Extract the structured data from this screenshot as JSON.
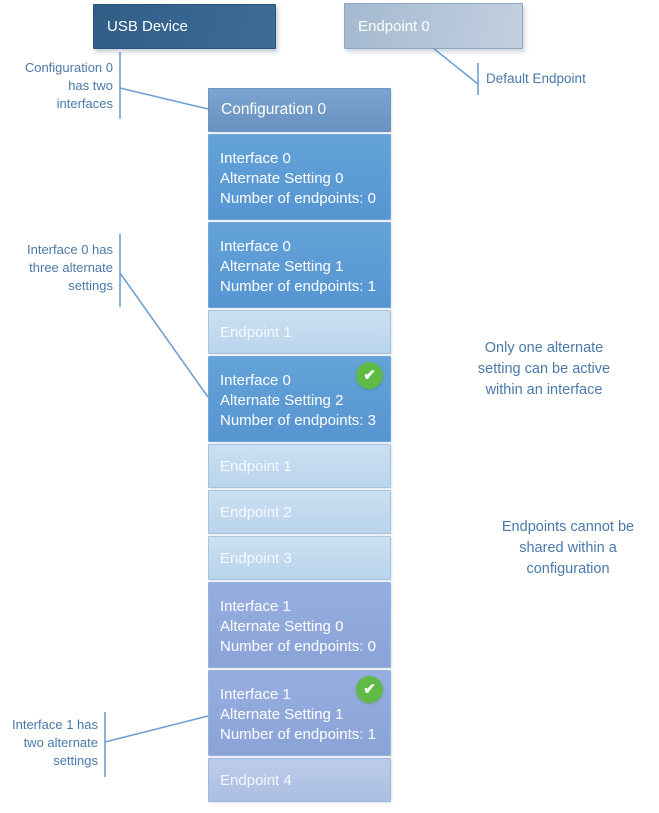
{
  "boxes": {
    "usb_device": {
      "label": "USB Device"
    },
    "endpoint_0": {
      "label": "Endpoint 0"
    }
  },
  "stack": {
    "configuration": {
      "label": "Configuration 0"
    },
    "items": [
      {
        "kind": "interface",
        "group": "interface-0",
        "lines": [
          "Interface 0",
          "Alternate Setting 0",
          "Number of endpoints: 0"
        ],
        "active": false
      },
      {
        "kind": "interface",
        "group": "interface-0",
        "lines": [
          "Interface 0",
          "Alternate Setting 1",
          "Number of endpoints: 1"
        ],
        "active": false
      },
      {
        "kind": "endpoint",
        "group": "interface-0",
        "label": "Endpoint 1"
      },
      {
        "kind": "interface",
        "group": "interface-0",
        "lines": [
          "Interface 0",
          "Alternate Setting 2",
          "Number of endpoints: 3"
        ],
        "active": true
      },
      {
        "kind": "endpoint",
        "group": "interface-0",
        "label": "Endpoint 1"
      },
      {
        "kind": "endpoint",
        "group": "interface-0",
        "label": "Endpoint 2"
      },
      {
        "kind": "endpoint",
        "group": "interface-0",
        "label": "Endpoint 3"
      },
      {
        "kind": "interface",
        "group": "interface-1",
        "lines": [
          "Interface 1",
          "Alternate Setting 0",
          "Number of endpoints: 0"
        ],
        "active": false
      },
      {
        "kind": "interface",
        "group": "interface-1",
        "lines": [
          "Interface 1",
          "Alternate Setting 1",
          "Number of endpoints: 1"
        ],
        "active": true
      },
      {
        "kind": "endpoint",
        "group": "interface-1",
        "label": "Endpoint 4"
      }
    ]
  },
  "annotations": {
    "config_interfaces": {
      "lines": [
        "Configuration 0",
        "has two",
        "interfaces"
      ]
    },
    "interface0_settings": {
      "lines": [
        "Interface 0 has",
        "three alternate",
        "settings"
      ]
    },
    "interface1_settings": {
      "lines": [
        "Interface 1 has",
        "two alternate",
        "settings"
      ]
    },
    "alternate_note": {
      "lines": [
        "Only one alternate",
        "setting can be active",
        "within an interface"
      ]
    },
    "endpoints_note": {
      "lines": [
        "Endpoints cannot be",
        "shared within a",
        "configuration"
      ]
    },
    "default_endpoint": {
      "label": "Default Endpoint"
    }
  },
  "icons": {
    "check": "✔"
  },
  "colors": {
    "usb_fill": "#33618c",
    "endpoint0_fill": "#b3c4d8",
    "configuration_fill": "#7099c7",
    "interface0_fill": "#5b9bd5",
    "interface1_fill": "#8fa8db",
    "endpoint_light_fill": "#bdd7ee",
    "endpoint_lavender_fill": "#aec1e6",
    "check_green": "#5fba46",
    "annotation_text": "#4a79a8",
    "leader_line": "#6f9fd3"
  }
}
